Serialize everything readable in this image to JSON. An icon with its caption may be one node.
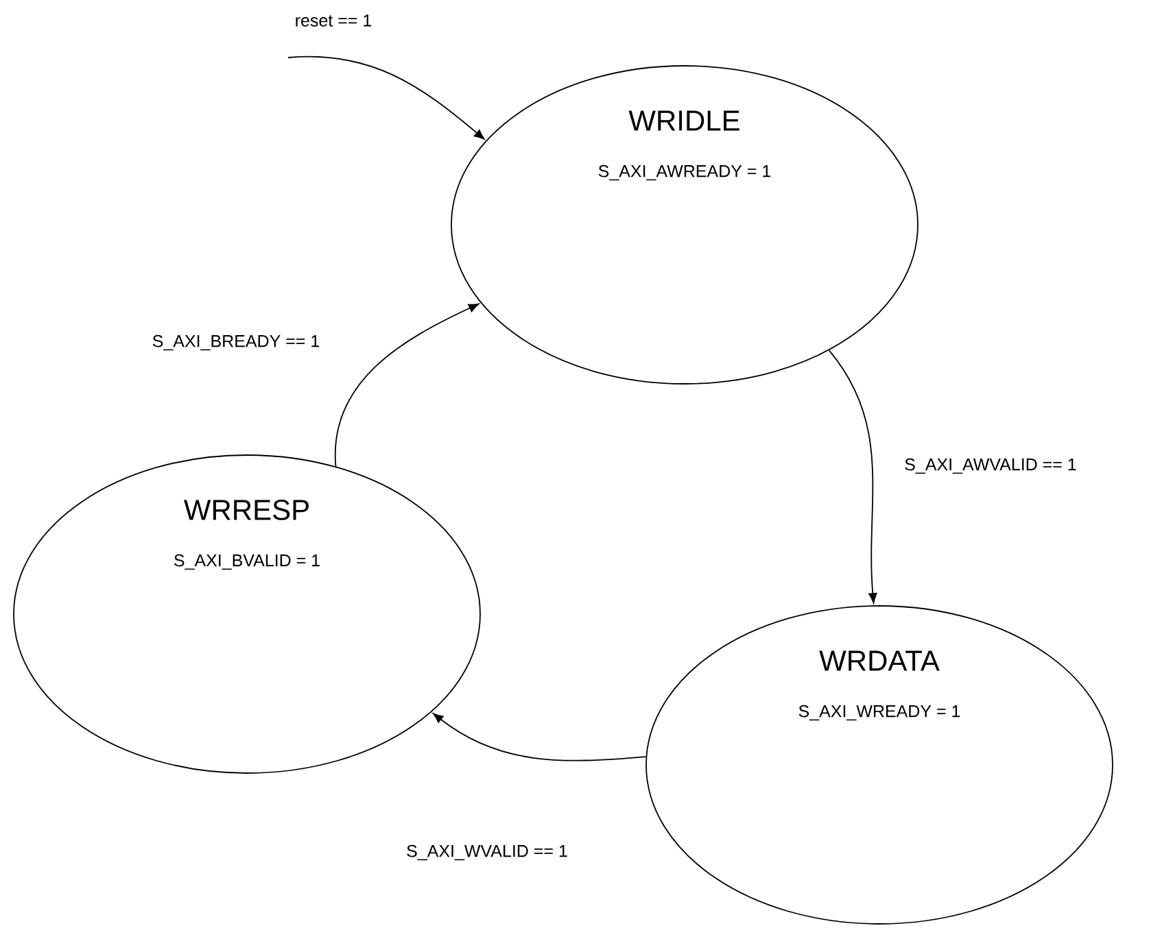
{
  "diagram": {
    "nodes": [
      {
        "text": [
          "WRIDLE",
          "S_AXI_AWREADY = 1"
        ]
      },
      {
        "text": [
          "WRRESP",
          "S_AXI_BVALID = 1"
        ]
      },
      {
        "text": [
          "WRDATA",
          "S_AXI_WREADY = 1"
        ]
      }
    ],
    "edges": [
      {
        "from": null,
        "to": 0,
        "arrow": "to",
        "label": "reset == 1"
      },
      {
        "from": 0,
        "to": 2,
        "arrow": "to",
        "label": "S_AXI_AWVALID == 1"
      },
      {
        "from": 2,
        "to": 1,
        "arrow": "to",
        "label": "S_AXI_WVALID == 1"
      },
      {
        "from": 1,
        "to": 0,
        "arrow": "to",
        "label": "S_AXI_BREADY == 1"
      }
    ]
  }
}
